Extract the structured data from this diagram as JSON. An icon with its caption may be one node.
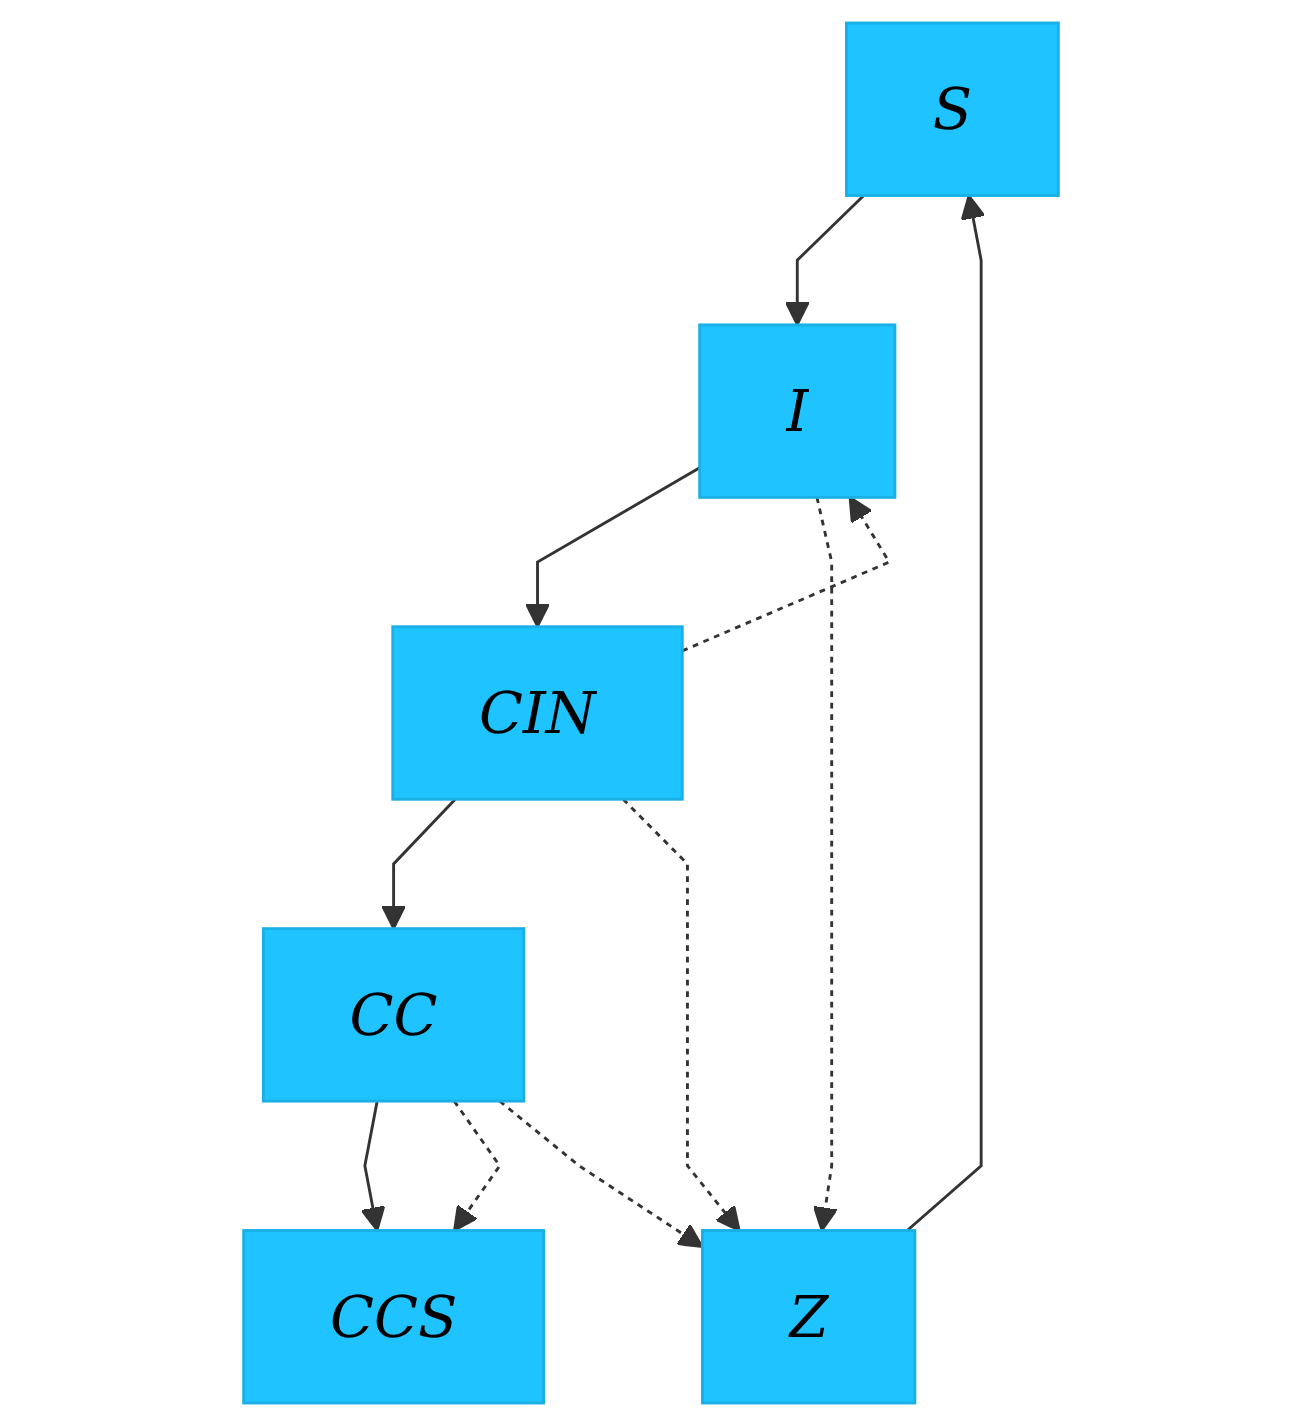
{
  "diagram": {
    "nodes": [
      {
        "text": [
          "S"
        ]
      },
      {
        "text": [
          "I"
        ]
      },
      {
        "text": [
          "CIN"
        ]
      },
      {
        "text": [
          "CC"
        ]
      },
      {
        "text": [
          "Z"
        ]
      },
      {
        "text": [
          "CCS"
        ]
      }
    ],
    "edges": [
      {
        "from": 4,
        "to": 0,
        "arrow": "to"
      },
      {
        "from": 0,
        "to": 1,
        "arrow": "to"
      },
      {
        "from": 1,
        "to": 2,
        "arrow": "to"
      },
      {
        "from": 2,
        "to": 1,
        "arrow": "to",
        "style": "dashed"
      },
      {
        "from": 2,
        "to": 3,
        "arrow": "to"
      },
      {
        "from": 3,
        "to": 5,
        "arrow": "to"
      },
      {
        "from": 3,
        "to": 5,
        "arrow": "to",
        "style": "dashed"
      },
      {
        "from": 1,
        "to": 4,
        "arrow": "to",
        "style": "dashed"
      },
      {
        "from": 2,
        "to": 4,
        "arrow": "to",
        "style": "dashed"
      },
      {
        "from": 3,
        "to": 4,
        "arrow": "to",
        "style": "dashed"
      }
    ]
  }
}
